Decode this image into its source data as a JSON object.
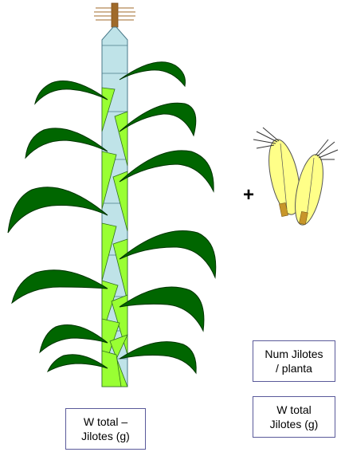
{
  "labels": {
    "w_total_minus_jilotes": {
      "line1": "W total –",
      "line2": "Jilotes (g)"
    },
    "num_jilotes_per_plant": {
      "line1": "Num Jilotes",
      "line2": "/ planta"
    },
    "w_total_jilotes": {
      "line1": "W total",
      "line2": "Jilotes (g)"
    }
  },
  "symbols": {
    "plus": "+"
  },
  "colors": {
    "leaf": "#006600",
    "stem": "#bfe3e8",
    "sheath": "#99ff33",
    "ear": "#ffff88",
    "tassel": "#a06a2a",
    "border": "#5a5a9a"
  }
}
